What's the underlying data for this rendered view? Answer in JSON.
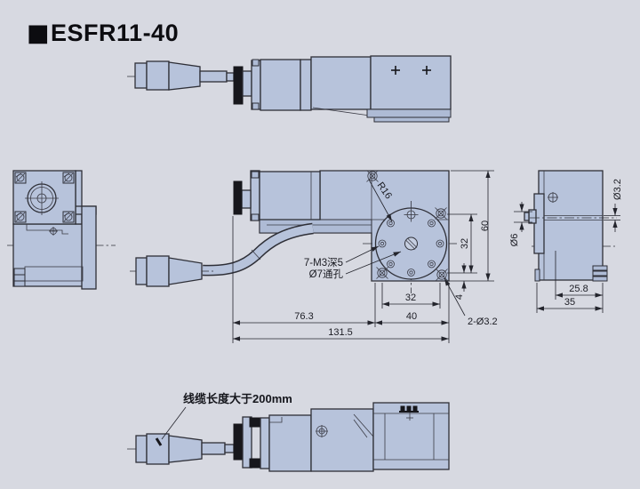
{
  "header": {
    "marker": "■",
    "title": "ESFR11-40"
  },
  "colors": {
    "background": "#d7d9e1",
    "part_fill": "#b7c3db",
    "part_fill_alt": "#aebbd5",
    "outline": "#2e2f37",
    "cable_grommet": "#17171c",
    "dim_text": "#1b1c23"
  },
  "front_view": {
    "radius_callout": "R16",
    "thread_holes_callout": "7-M3深5",
    "through_hole_callout": "Ø7通孔",
    "corner_holes_callout": "2-Ø3.2",
    "dim_height": "60",
    "dim_hole_spacing_vertical": "32",
    "dim_bottom_offset": "4",
    "dim_hole_spacing_horizontal": "32",
    "dim_motor_length": "76.3",
    "dim_head_width": "40",
    "dim_total_length": "131.5"
  },
  "side_view": {
    "dim_hole_diameter": "Ø3.2",
    "dim_pin_diameter": "Ø6",
    "dim_hole_position": "25.8",
    "dim_width": "35"
  },
  "bottom_view": {
    "cable_note": "线缆长度大于200mm"
  }
}
